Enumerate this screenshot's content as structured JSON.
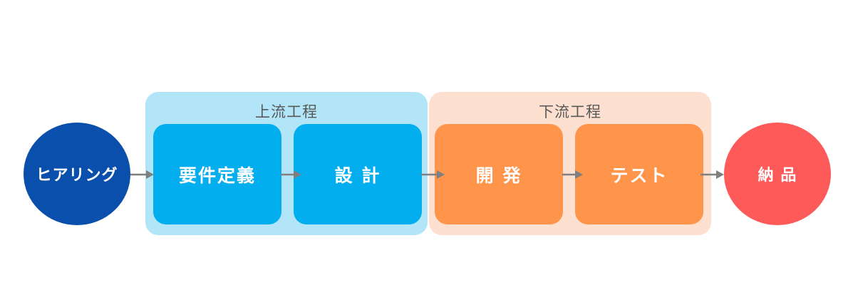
{
  "groups": {
    "upstream": {
      "title": "上流工程"
    },
    "downstream": {
      "title": "下流工程"
    }
  },
  "steps": {
    "start": "ヒアリング",
    "requirements": "要件定義",
    "design": "設 計",
    "development": "開 発",
    "test": "テスト",
    "delivery": "納 品"
  },
  "colors": {
    "start_circle": "#0b4fad",
    "upstream_group_bg": "#b3e5f8",
    "upstream_step": "#03aeef",
    "downstream_group_bg": "#fde0d0",
    "downstream_step": "#ff944b",
    "end_circle": "#ff5a5a",
    "arrow": "#7f7f7f"
  },
  "connector_icon": "right-arrow-icon"
}
